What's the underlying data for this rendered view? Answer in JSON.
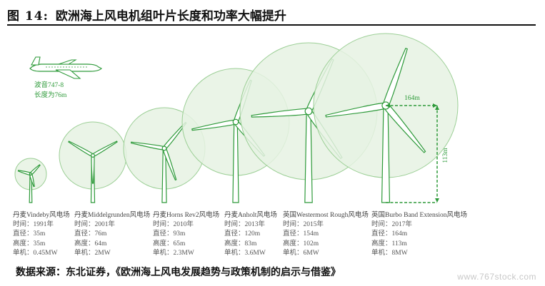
{
  "figure": {
    "label": "图 14:",
    "title": "欧洲海上风电机组叶片长度和功率大幅提升"
  },
  "airplane": {
    "name": "波音747-8",
    "length": "长度为76m"
  },
  "dimensions": {
    "rotor": "164m",
    "hub": "113m"
  },
  "turbines": [
    {
      "name": "丹麦Vindeby风电场",
      "time": "时间：1991年",
      "diameter": "直径：35m",
      "height": "高度：35m",
      "power": "单机：0.45MW"
    },
    {
      "name": "丹麦Middelgrunden风电场",
      "time": "时间：2001年",
      "diameter": "直径：76m",
      "height": "高度：64m",
      "power": "单机：2MW"
    },
    {
      "name": "丹麦Horns Rev2风电场",
      "time": "时间：2010年",
      "diameter": "直径：93m",
      "height": "高度：65m",
      "power": "单机：2.3MW"
    },
    {
      "name": "丹麦Anholt风电场",
      "time": "时间：2013年",
      "diameter": "直径：120m",
      "height": "高度：83m",
      "power": "单机：3.6MW"
    },
    {
      "name": "英国Westermost Rough风电场",
      "time": "时间：2015年",
      "diameter": "直径：154m",
      "height": "高度：102m",
      "power": "单机：6MW"
    },
    {
      "name": "英国Burbo Band Extension风电场",
      "time": "时间：2017年",
      "diameter": "直径：164m",
      "height": "高度：113m",
      "power": "单机：8MW"
    }
  ],
  "source": "数据来源：东北证券，《欧洲海上风电发展趋势与政策机制的启示与借鉴》",
  "watermark": "www.767stock.com",
  "colors": {
    "primary": "#2e9a3a",
    "circle_fill": "#e6f2e3",
    "circle_stroke": "#9ccf96"
  }
}
